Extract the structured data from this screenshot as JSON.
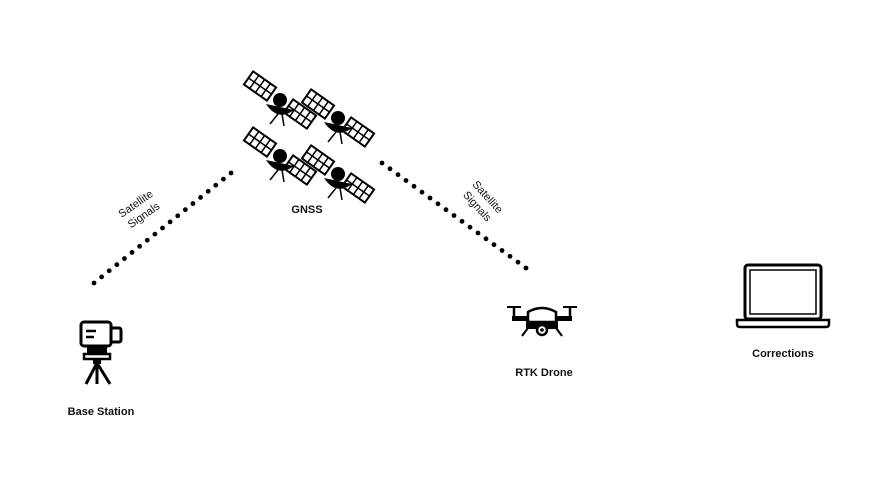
{
  "diagram": {
    "gnss_label": "GNSS",
    "base_label": "Base Station",
    "drone_label": "RTK Drone",
    "laptop_label": "Corrections",
    "signal_left": {
      "line1": "Satellite",
      "line2": "Signals"
    },
    "signal_right": {
      "line1": "Satellite",
      "line2": "Signals"
    },
    "satellite_count": 4,
    "ink_color": "#000000"
  }
}
